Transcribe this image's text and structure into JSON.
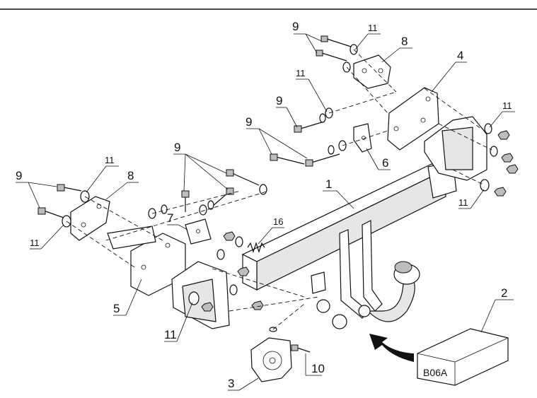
{
  "callouts": {
    "c1": "1",
    "c2": "2",
    "c3": "3",
    "c4": "4",
    "c5": "5",
    "c6": "6",
    "c7": "7",
    "c8a": "8",
    "c8b": "8",
    "c9a": "9",
    "c9b": "9",
    "c9c": "9",
    "c9d": "9",
    "c9e": "9",
    "c10": "10",
    "c11a": "11",
    "c11b": "11",
    "c11c": "11",
    "c11d": "11",
    "c11e": "11",
    "c11f": "11",
    "c11g": "11",
    "c16": "16"
  },
  "kit_box": {
    "code": "B06A"
  }
}
